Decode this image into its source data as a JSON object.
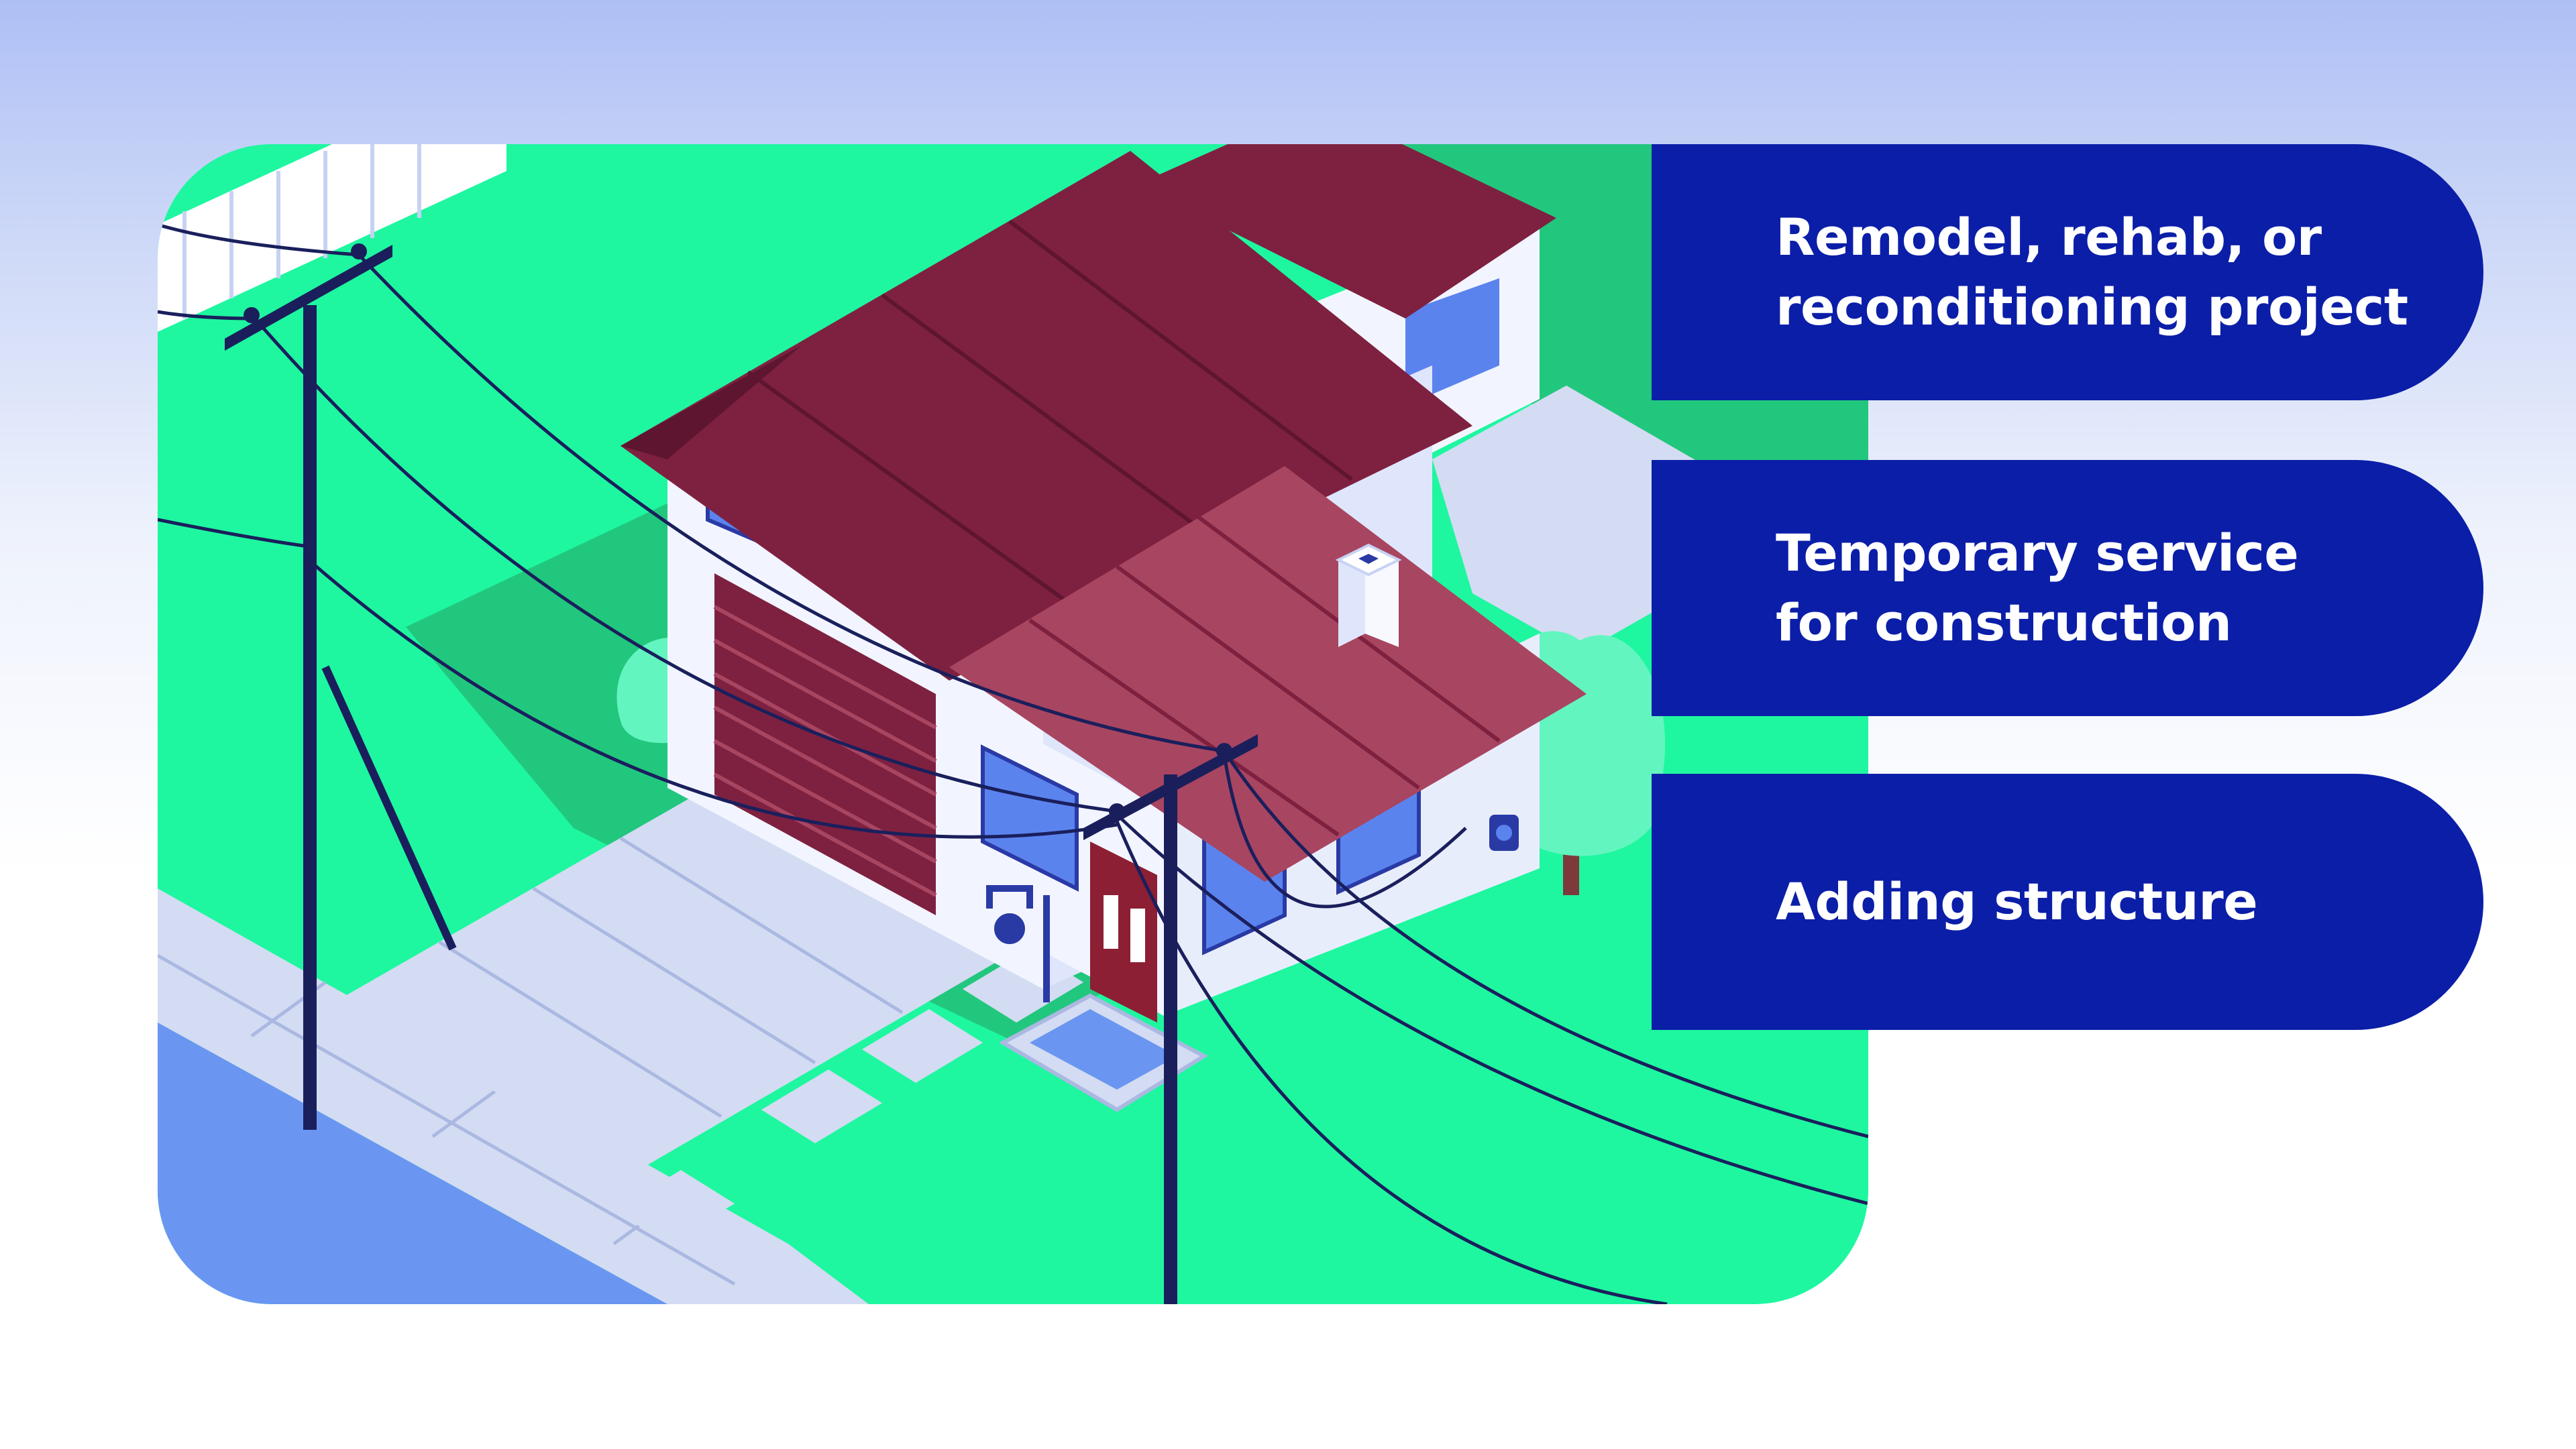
{
  "colors": {
    "pill_background": "#0b1ea8",
    "pill_text": "#ffffff",
    "lawn_light": "#1ef7a0",
    "lawn_dark": "#22c77e",
    "roof_dark": "#7e2140",
    "roof_light": "#a84560",
    "wall": "#f2f5ff",
    "window": "#5b83ee",
    "sidewalk": "#d3dcf2",
    "street": "#6a96f2",
    "pole": "#1a1f5c",
    "tree": "#63f5c0"
  },
  "illustration": {
    "subject": "isometric-house-with-utility-poles",
    "icons": [
      "house-icon",
      "utility-pole-icon",
      "tree-icon",
      "electric-meter-icon",
      "picket-fence-icon"
    ]
  },
  "options": [
    {
      "label": "Remodel, rehab, or\nreconditioning project"
    },
    {
      "label": "Temporary service\nfor construction"
    },
    {
      "label": "Adding structure"
    }
  ]
}
